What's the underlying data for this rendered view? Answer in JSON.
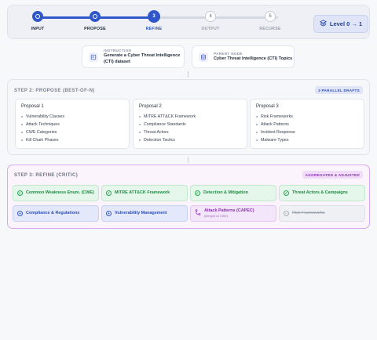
{
  "stepper": {
    "steps": [
      {
        "label": "INPUT",
        "state": "complete",
        "number": ""
      },
      {
        "label": "PROPOSE",
        "state": "complete",
        "number": ""
      },
      {
        "label": "REFINE",
        "state": "current",
        "number": "3"
      },
      {
        "label": "OUTPUT",
        "state": "pending",
        "number": "4"
      },
      {
        "label": "RECURSE",
        "state": "pending",
        "number": "5"
      }
    ],
    "level_label": "Level 0 → 1"
  },
  "context": {
    "instruction": {
      "caption": "INSTRUCTION",
      "text": "Generate a Cyber Threat Intelligence (CTI) dataset"
    },
    "parent": {
      "caption": "PARENT NODE",
      "text": "Cyber Threat Intelligence (CTI) Topics"
    }
  },
  "propose": {
    "title": "STEP 2: PROPOSE (BEST-OF-N)",
    "badge": "3 PARALLEL DRAFTS",
    "proposals": [
      {
        "title": "Proposal 1",
        "items": [
          "Vulnerability Classes",
          "Attack Techniques",
          "CWE Categories",
          "Kill Chain Phases"
        ]
      },
      {
        "title": "Proposal 2",
        "items": [
          "MITRE ATT&CK Framework",
          "Compliance Standards",
          "Threat Actors",
          "Detection Tactics"
        ]
      },
      {
        "title": "Proposal 3",
        "items": [
          "Risk Frameworks",
          "Attack Patterns",
          "Incident Response",
          "Malware Types"
        ]
      }
    ]
  },
  "refine": {
    "title": "STEP 3: REFINE (CRITIC)",
    "badge": "AGGREGATED & ADJUSTED",
    "row1": [
      {
        "label": "Common Weakness Enum. (CWE)",
        "status": "kept",
        "icon": "check-circle-icon"
      },
      {
        "label": "MITRE ATT&CK Framework",
        "status": "kept",
        "icon": "check-circle-icon"
      },
      {
        "label": "Detection & Mitigation",
        "status": "kept",
        "icon": "check-circle-icon"
      },
      {
        "label": "Threat Actors & Campaigns",
        "status": "kept",
        "icon": "check-circle-icon"
      }
    ],
    "row2": [
      {
        "label": "Compliance & Regulations",
        "status": "added",
        "icon": "plus-circle-icon"
      },
      {
        "label": "Vulnerability Management",
        "status": "added",
        "icon": "plus-circle-icon"
      },
      {
        "label": "Attack Patterns (CAPEC)",
        "sublabel": "(Merged w/ CWE)",
        "status": "merged",
        "icon": "merge-icon"
      },
      {
        "label": "Risk Frameworks",
        "status": "removed",
        "icon": "minus-circle-icon"
      }
    ]
  },
  "colors": {
    "accent": "#2f57c9",
    "kept": "#1f8a44",
    "added": "#2c4eb8",
    "merged": "#8a2bb5",
    "removed": "#9aa0ad"
  }
}
